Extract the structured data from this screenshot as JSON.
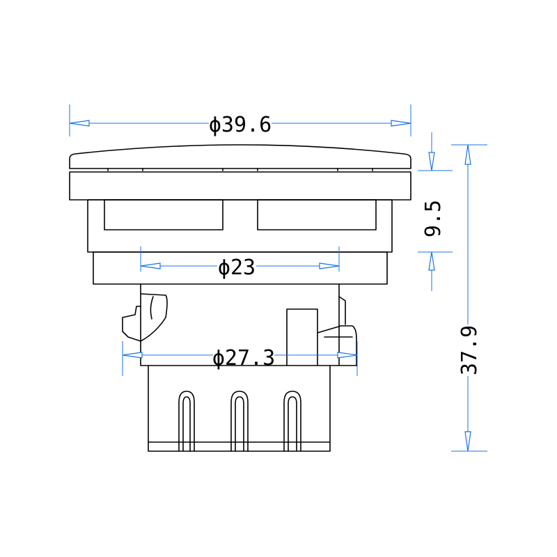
{
  "dimensions": {
    "top_diameter": "ϕ39.6",
    "inner_diameter": "ϕ23",
    "lower_diameter": "ϕ27.3",
    "cap_height": "9.5",
    "total_height": "37.9"
  },
  "colors": {
    "dimension_line": "#1a73e8",
    "outline": "#000000",
    "background": "#ffffff"
  }
}
